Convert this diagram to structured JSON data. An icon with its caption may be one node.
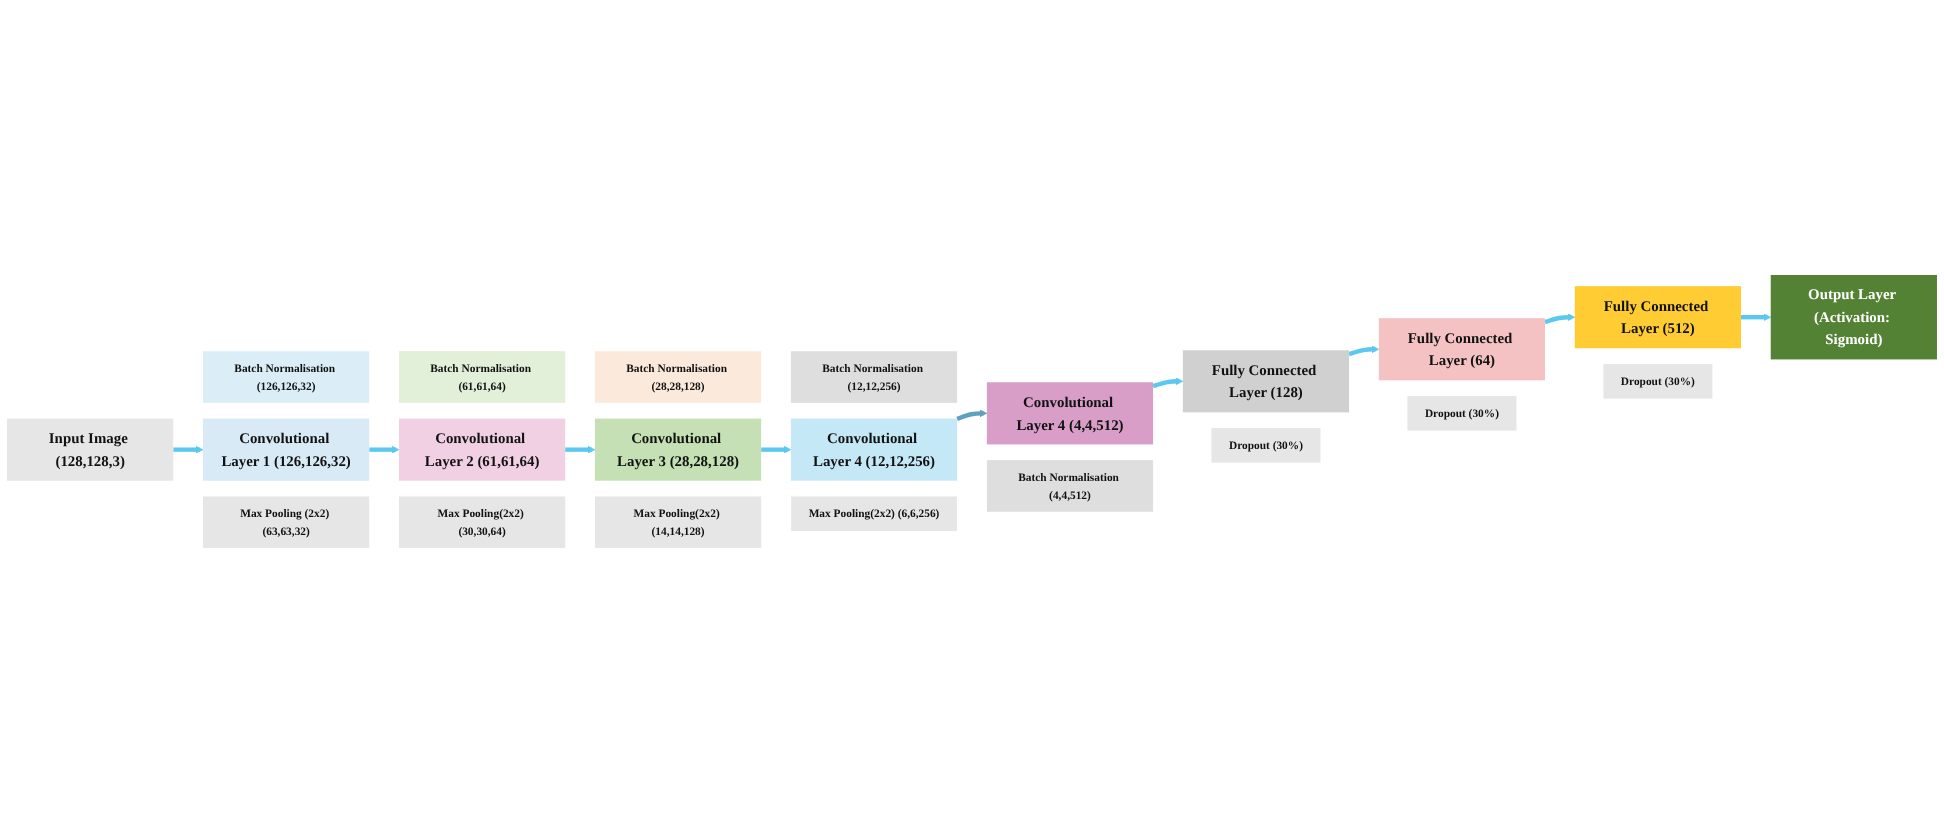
{
  "diagram": {
    "nodes": [
      {
        "text": [
          "Batch Normalisation (126,126,32)"
        ]
      },
      {
        "text": [
          "Batch Normalisation (61,61,64)"
        ]
      },
      {
        "text": [
          "Batch Normalisation (28,28,128)"
        ]
      },
      {
        "text": [
          "Batch Normalisation (12,12,256)"
        ]
      },
      {
        "text": [
          "Input Image (128,128,3)"
        ]
      },
      {
        "text": [
          "Convolutional Layer 1 (126,126,32)"
        ]
      },
      {
        "text": [
          "Convolutional Layer 2 (61,61,64)"
        ]
      },
      {
        "text": [
          "Convolutional Layer 3 (28,28,128)"
        ]
      },
      {
        "text": [
          "Convolutional Layer 4 (12,12,256)"
        ]
      },
      {
        "text": [
          "Max Pooling (2x2) (63,63,32)"
        ]
      },
      {
        "text": [
          "Max Pooling(2x2) (30,30,64)"
        ]
      },
      {
        "text": [
          "Max Pooling(2x2) (14,14,128)"
        ]
      },
      {
        "text": [
          "Max Pooling(2x2) (6,6,256)"
        ]
      },
      {
        "text": [
          "Output Layer (Activation: Sigmoid)"
        ]
      },
      {
        "text": [
          "Fully Connected Layer (512)"
        ]
      },
      {
        "text": [
          "Fully Connected Layer (64)"
        ]
      },
      {
        "text": [
          "Fully Connected Layer (128)"
        ]
      },
      {
        "text": [
          "Convolutional Layer 4 (4,4,512)"
        ]
      },
      {
        "text": [
          "Dropout (30%)"
        ]
      },
      {
        "text": [
          "Dropout (30%)"
        ]
      },
      {
        "text": [
          "Dropout (30%)"
        ]
      },
      {
        "text": [
          "Batch Normalisation (4,4,512)"
        ]
      }
    ],
    "edges": [
      {
        "from": 4,
        "to": 5,
        "arrow": "to"
      },
      {
        "from": 5,
        "to": 6,
        "arrow": "to"
      },
      {
        "from": 6,
        "to": 7,
        "arrow": "to"
      },
      {
        "from": 7,
        "to": 8,
        "arrow": "to"
      },
      {
        "from": 8,
        "to": 17,
        "arrow": "to",
        "color": "#5f9fbf"
      },
      {
        "from": 17,
        "to": 16,
        "arrow": "to"
      },
      {
        "from": 16,
        "to": 15,
        "arrow": "to"
      },
      {
        "from": 15,
        "to": 14,
        "arrow": "to"
      },
      {
        "from": 14,
        "to": 13,
        "arrow": "to"
      }
    ]
  }
}
